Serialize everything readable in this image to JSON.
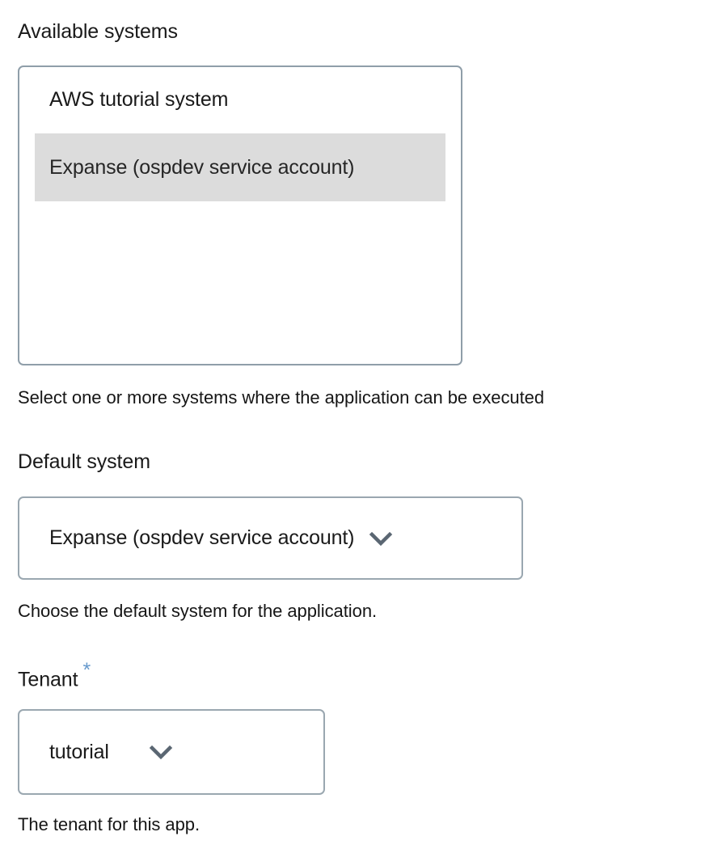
{
  "form": {
    "available_systems": {
      "label": "Available systems",
      "help": "Select one or more systems where the application can be executed",
      "options": [
        {
          "label": "AWS tutorial system",
          "selected": false
        },
        {
          "label": "Expanse (ospdev service account)",
          "selected": true
        }
      ]
    },
    "default_system": {
      "label": "Default system",
      "value": "Expanse (ospdev service account)",
      "help": "Choose the default system for the application.",
      "icon": "chevron-down-icon"
    },
    "tenant": {
      "label": "Tenant",
      "required_marker": "*",
      "value": "tutorial",
      "help": "The tenant for this app.",
      "icon": "chevron-down-icon"
    }
  },
  "colors": {
    "required_marker": "#6699cc",
    "selection_background": "#dcdcdc",
    "field_border": "#8f9ea9",
    "chevron": "#5a6672",
    "text": "#1a1a1a"
  }
}
